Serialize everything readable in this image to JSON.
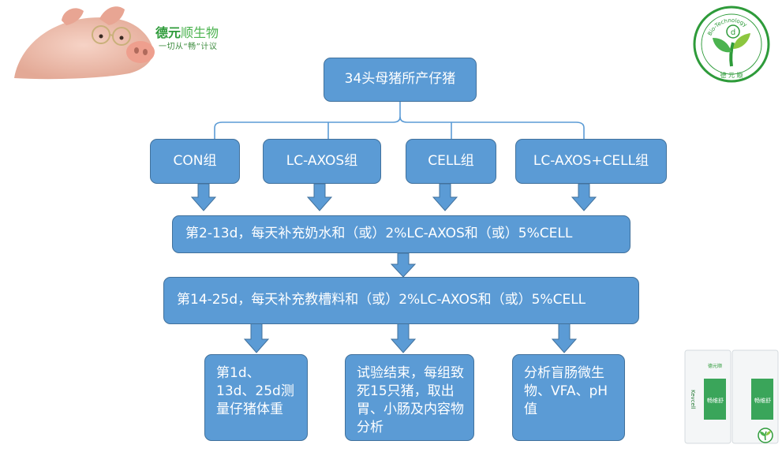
{
  "brand": {
    "name_part1": "德元",
    "name_part2": "顺生物",
    "slogan": "一切从“畅”计议",
    "logo_ring_text": "Bio-Technology",
    "logo_bottom_text": "德 元 顺"
  },
  "product": {
    "bag1_brand": "德元顺",
    "bag1_name": "畅维舒",
    "bag1_side": "Kevcell",
    "bag2_name": "畅维舒"
  },
  "diagram": {
    "root": "34头母猪所产仔猪",
    "groups": [
      "CON组",
      "LC-AXOS组",
      "CELL组",
      "LC-AXOS+CELL组"
    ],
    "stage1": "第2-13d，每天补充奶水和（或）2%LC-AXOS和（或）5%CELL",
    "stage2": "第14-25d，每天补充教槽料和（或）2%LC-AXOS和（或）5%CELL",
    "outcomes": [
      "第1d、13d、25d测量仔猪体重",
      "试验结束，每组致死15只猪，取出胃、小肠及内容物分析",
      "分析盲肠微生物、VFA、pH值"
    ]
  },
  "colors": {
    "box_fill": "#5b9bd5",
    "box_border": "#41719c",
    "connector": "#5b9bd5",
    "brand_green": "#2e9b3a"
  }
}
